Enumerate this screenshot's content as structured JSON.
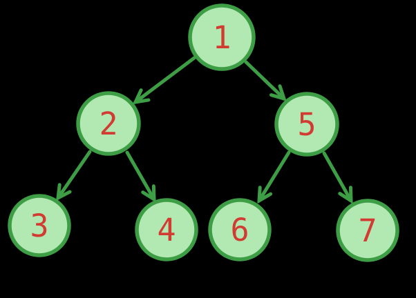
{
  "diagram": {
    "type": "binary-tree",
    "background": "#000000",
    "node_fill": "#b2e8b2",
    "node_border": "#3d9e45",
    "edge_color": "#3d9e45",
    "label_color": "#d23b32"
  },
  "nodes": [
    {
      "id": "1",
      "label": "1",
      "level": 0
    },
    {
      "id": "2",
      "label": "2",
      "level": 1
    },
    {
      "id": "5",
      "label": "5",
      "level": 1
    },
    {
      "id": "3",
      "label": "3",
      "level": 2
    },
    {
      "id": "4",
      "label": "4",
      "level": 2
    },
    {
      "id": "6",
      "label": "6",
      "level": 2
    },
    {
      "id": "7",
      "label": "7",
      "level": 2
    }
  ],
  "edges": [
    {
      "from": "1",
      "to": "2"
    },
    {
      "from": "1",
      "to": "5"
    },
    {
      "from": "2",
      "to": "3"
    },
    {
      "from": "2",
      "to": "4"
    },
    {
      "from": "5",
      "to": "6"
    },
    {
      "from": "5",
      "to": "7"
    }
  ]
}
